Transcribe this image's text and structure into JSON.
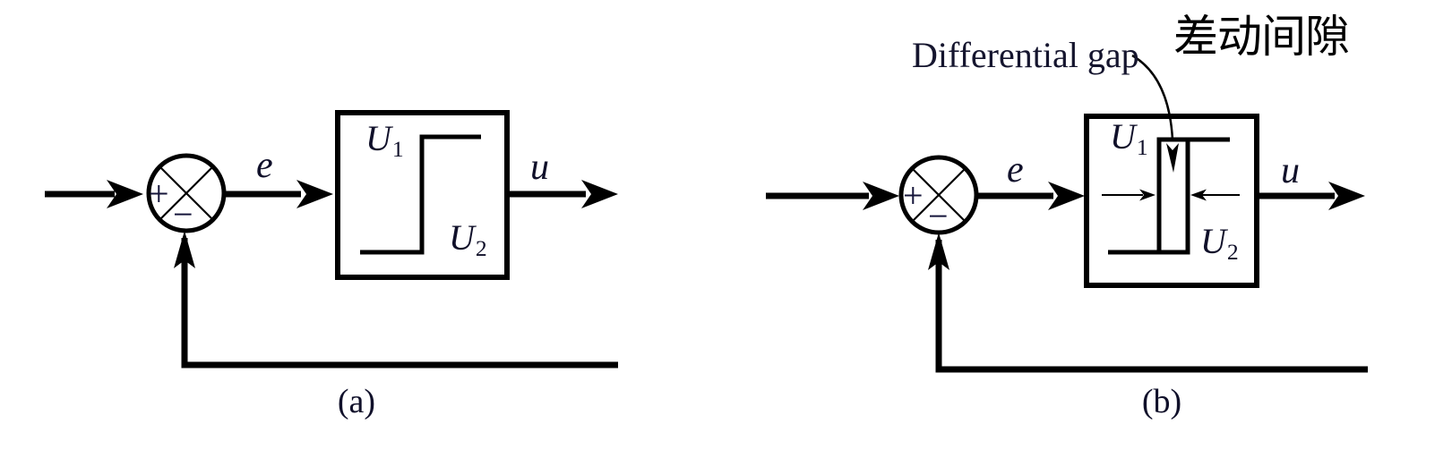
{
  "figure": {
    "background": "#ffffff",
    "line_color": "#000000",
    "text_color": "#10102a"
  },
  "diagram_a": {
    "caption": "(a)",
    "summing_junction": {
      "plus": "+",
      "minus": "−"
    },
    "error_label": "e",
    "output_label": "u",
    "relay": {
      "upper": {
        "base": "U",
        "sub": "1"
      },
      "lower": {
        "base": "U",
        "sub": "2"
      }
    }
  },
  "diagram_b": {
    "caption": "(b)",
    "summing_junction": {
      "plus": "+",
      "minus": "−"
    },
    "error_label": "e",
    "output_label": "u",
    "relay": {
      "upper": {
        "base": "U",
        "sub": "1"
      },
      "lower": {
        "base": "U",
        "sub": "2"
      }
    },
    "annotation": {
      "en": "Differential gap",
      "zh": "差动间隙"
    }
  }
}
